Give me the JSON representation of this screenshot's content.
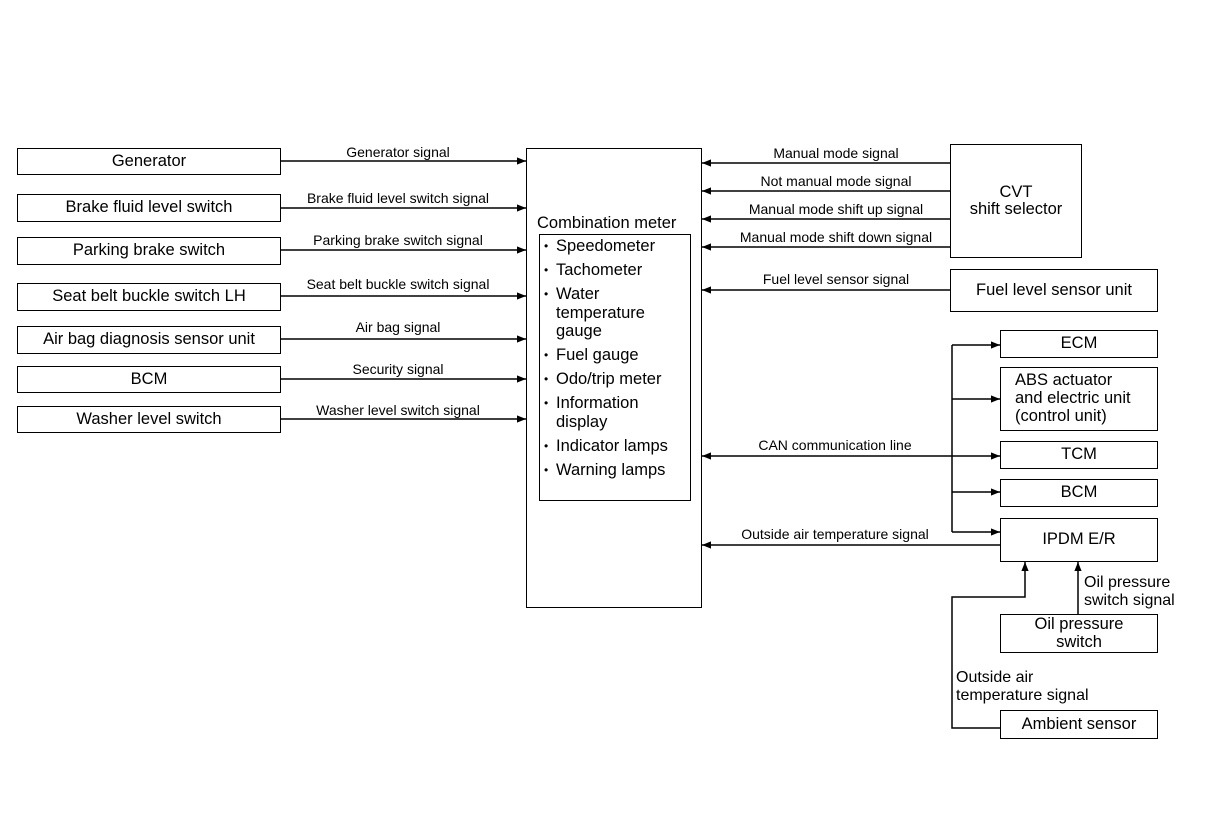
{
  "left_units": [
    {
      "name": "Generator",
      "signal": "Generator signal"
    },
    {
      "name": "Brake fluid level switch",
      "signal": "Brake fluid level switch signal"
    },
    {
      "name": "Parking brake switch",
      "signal": "Parking brake switch signal"
    },
    {
      "name": "Seat belt buckle switch LH",
      "signal": "Seat belt buckle switch signal"
    },
    {
      "name": "Air bag diagnosis sensor unit",
      "signal": "Air bag signal"
    },
    {
      "name": "BCM",
      "signal": "Security signal"
    },
    {
      "name": "Washer level switch",
      "signal": "Washer level switch signal"
    }
  ],
  "combination_meter": {
    "title": "Combination meter",
    "bullet": "•",
    "items": [
      "Speedometer",
      "Tachometer",
      "Water\ntemperature\ngauge",
      "Fuel gauge",
      "Odo/trip meter",
      "Information\ndisplay",
      "Indicator lamps",
      "Warning lamps"
    ]
  },
  "right": {
    "cvt_selector": {
      "name": "CVT\nshift selector"
    },
    "cvt_signals": [
      "Manual mode signal",
      "Not manual mode signal",
      "Manual mode shift up signal",
      "Manual mode shift down signal"
    ],
    "fuel_unit": {
      "name": "Fuel level sensor unit",
      "signal": "Fuel level sensor signal"
    },
    "can_line": "CAN communication line",
    "can_units": [
      "ECM",
      "ABS actuator\nand electric unit\n(control unit)",
      "TCM",
      "BCM",
      "IPDM E/R"
    ],
    "outside_air_signal": "Outside air temperature signal",
    "oil_pressure_switch": {
      "name": "Oil pressure\nswitch",
      "signal": "Oil pressure\nswitch signal"
    },
    "ambient_sensor": {
      "name": "Ambient sensor",
      "signal": "Outside air\ntemperature signal"
    }
  }
}
